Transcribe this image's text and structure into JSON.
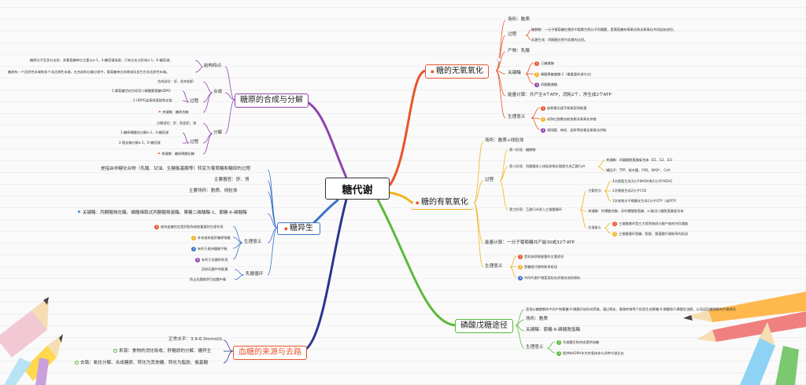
{
  "root": "糖代谢",
  "colors": {
    "orange": "#e8542c",
    "yellow": "#f1b320",
    "green": "#5cba3c",
    "blue": "#3b72c8",
    "purple": "#8e44ad",
    "navy": "#2a3590"
  },
  "branches": {
    "anaerobic": {
      "title": "糖的无氧氧化",
      "site": "场所：胞质",
      "process": "过程",
      "process_items": [
        "糖酵解：一分子葡萄糖在胞质中裂解为两分子丙酮酸，是葡萄糖有氧氧化和无氧氧化共同起始途径。",
        "乳酸生成：丙酮酸还原为乳酸的过程。"
      ],
      "product": "产物：乳酸",
      "enzyme": "关键酶",
      "enzymes": [
        "己糖激酶",
        "磷酸果糖激酶-1（最重要的调节点）",
        "丙酮酸激酶"
      ],
      "energy": "能量计算：共产生4个ATP，消耗2个，净生成2个ATP",
      "meaning": "生理意义",
      "meanings": [
        "缺氧需迅速不耗氧获得能量",
        "成熟红细胞仅能依赖无氧氧化供能",
        "视网膜、神经、皮肤等依赖无氧氧化供能"
      ]
    },
    "aerobic": {
      "title": "糖的有氧氧化",
      "site": "场所：胞质+线粒体",
      "process": "过程",
      "stage1": "第一阶段：糖酵解",
      "stage2": "第二阶段：丙酮酸进入线粒体氧化脱羧生成乙酰CoA",
      "stage2_items": [
        "关键酶：丙酮酸脱氢酶复合体（E1、E2、E3）",
        "辅因子：TPP、硫辛酸、FAD、NAD⁺、CoA"
      ],
      "stage3": "第三阶段：乙酰CoA进入三羧酸循环",
      "feature": "主要特点",
      "features": [
        "4次脱氢生成3分子NADH和1分子FADH2",
        "2次脱羧生成2分子CO2",
        "1次底物水平磷酸化生成1分子GTP（或ATP）"
      ],
      "enzyme3": "关键酶：柠檬酸合酶、异柠檬酸脱氢酶、α-酮戊二酸脱氢酶复合体",
      "meaning3": "生理意义",
      "meanings3": [
        "三羧酸循环是三大营养物质分解产能的共同通路",
        "三羧酸循环是糖、脂肪、氨基酸代谢联系的枢纽"
      ],
      "energy": "能量计算：一分子葡萄糖共产能30或32个ATP",
      "meaning": "生理意义",
      "meanings": [
        "是机体获取能量的主要途径",
        "是糖类代谢的联系枢纽",
        "中间代谢产物是某些化合物合成的原料"
      ]
    },
    "ppp": {
      "title": "磷酸戊糖途径",
      "desc": "是指从糖酵解的中间产物葡糖-6-磷酸开始形成旁路，通过氧化、脱羧转移等个阶段生成果糖-6-磷酸和3-磷酸甘油醛，从而返回糖酵解的代谢途径",
      "site": "场所：胞质",
      "enzyme": "关键酶：葡糖-6-磷酸脱氢酶",
      "meaning": "生理意义",
      "meanings": [
        "为核酸生物合成提供核糖",
        "提供NADPH作为供氢体参与多种代谢反应"
      ]
    },
    "glycogen": {
      "title": "糖原的合成与分解",
      "structure": "结构特点",
      "structure_items": [
        "糖原分子呈多分支状，其葡萄糖单位主要以α-1，4-糖苷键连接，只有分支点形成α-1，6-糖苷键。",
        "糖原有一个还原性末端和多个非还原性末端，在合成和分解过程中，葡萄糖单位的增减均发生在非还原性末端。"
      ],
      "synthesis": "合成",
      "syn_site": "合成部位：肝、肌肉组织",
      "syn_process": "过程",
      "syn_items": [
        "1.葡萄糖活化为尿苷二磷酸葡萄糖UDPG",
        "2.UDPG连接成直链和支链"
      ],
      "syn_enzyme": "关键酶：糖原合酶",
      "breakdown": "分解",
      "brk_site": "分解部位：肝、肌组织、肾",
      "brk_process": "过程",
      "brk_items": [
        "1.糖原磷酸化分解α-1，4-糖苷键",
        "2.脱支酶分解α-1，6-糖苷键"
      ],
      "brk_enzyme": "关键酶：糖原磷酸化酶"
    },
    "gng": {
      "title": "糖异生",
      "def": "是指由非糖化合物（乳酸、甘油、生糖氨基酸等）转变为葡萄糖和糖原的过程",
      "organ": "主要器官：肝、肾",
      "site": "主要场所：胞质、线粒体",
      "enzyme": "关键酶：丙酮酸羧化酶、磷酸烯醇式丙酮酸羧激酶、果糖二磷酸酶-1、葡糖-6-磷酸酶",
      "meaning": "生理意义",
      "meanings": [
        "维持血糖恒定是肝脏和肾脏重要的生理作用",
        "补充或恢复肝糖原储备",
        "有利于维持酸碱平衡",
        "有利于乳酸的利用"
      ],
      "lactate": "乳酸循环",
      "lactate_items": [
        "回收乳酸中的能量",
        "防止乳酸堆积引起酸中毒"
      ]
    },
    "blood": {
      "title": "血糖的来源与去路",
      "normal": "正常水平：3.9-6.0mmol/L",
      "source": "来源：食物的消化吸收、肝糖原的分解、糖异生",
      "sink": "去路：氧化分解、合成糖原、转化为其他糖、转化为脂肪、氨基酸"
    }
  }
}
